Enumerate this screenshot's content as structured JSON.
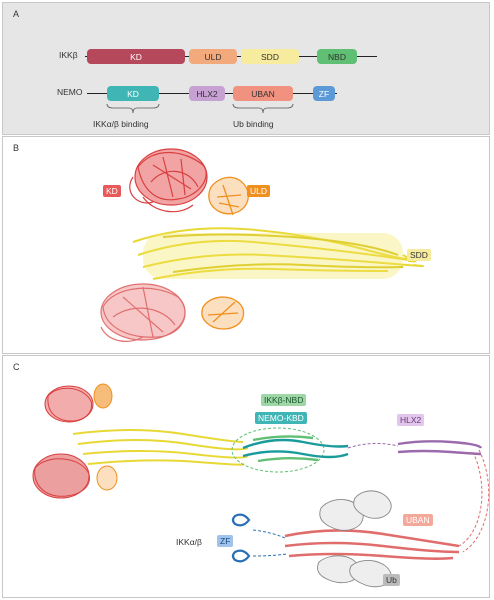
{
  "panels": {
    "a": {
      "letter": "A"
    },
    "b": {
      "letter": "B"
    },
    "c": {
      "letter": "C"
    }
  },
  "ikkb": {
    "name": "IKKβ",
    "domains": {
      "kd": "KD",
      "uld": "ULD",
      "sdd": "SDD",
      "nbd": "NBD"
    }
  },
  "nemo": {
    "name": "NEMO",
    "domains": {
      "kd": "KD",
      "hlx2": "HLX2",
      "uban": "UBAN",
      "zf": "ZF"
    }
  },
  "binding": {
    "ikk": "IKKα/β binding",
    "ub": "Ub binding"
  },
  "panel_b_labels": {
    "kd": "KD",
    "uld": "ULD",
    "sdd": "SDD"
  },
  "panel_c_labels": {
    "ikkb_nbd": "IKKβ-NBD",
    "nemo_kbd": "NEMO-KBD",
    "hlx2": "HLX2",
    "uban": "UBAN",
    "ikk_ab": "IKKα/β",
    "zf": "ZF",
    "ub": "Ub"
  },
  "colors": {
    "kd": "#b5485a",
    "uld": "#f2a97c",
    "sdd": "#f7ec9d",
    "nbd": "#5fbf72",
    "nemo_kbd": "#3fb5b5",
    "hlx2": "#c7a1d4",
    "uban": "#f0927f",
    "zf": "#5b9ad6",
    "red": "#d94040",
    "orange": "#f0901f",
    "yellow": "#e8d836",
    "teal": "#1a9a9a",
    "purple": "#9a6aac",
    "salmon": "#e06c6c",
    "blue": "#2a6fb5",
    "grey": "#bbbbbb"
  }
}
